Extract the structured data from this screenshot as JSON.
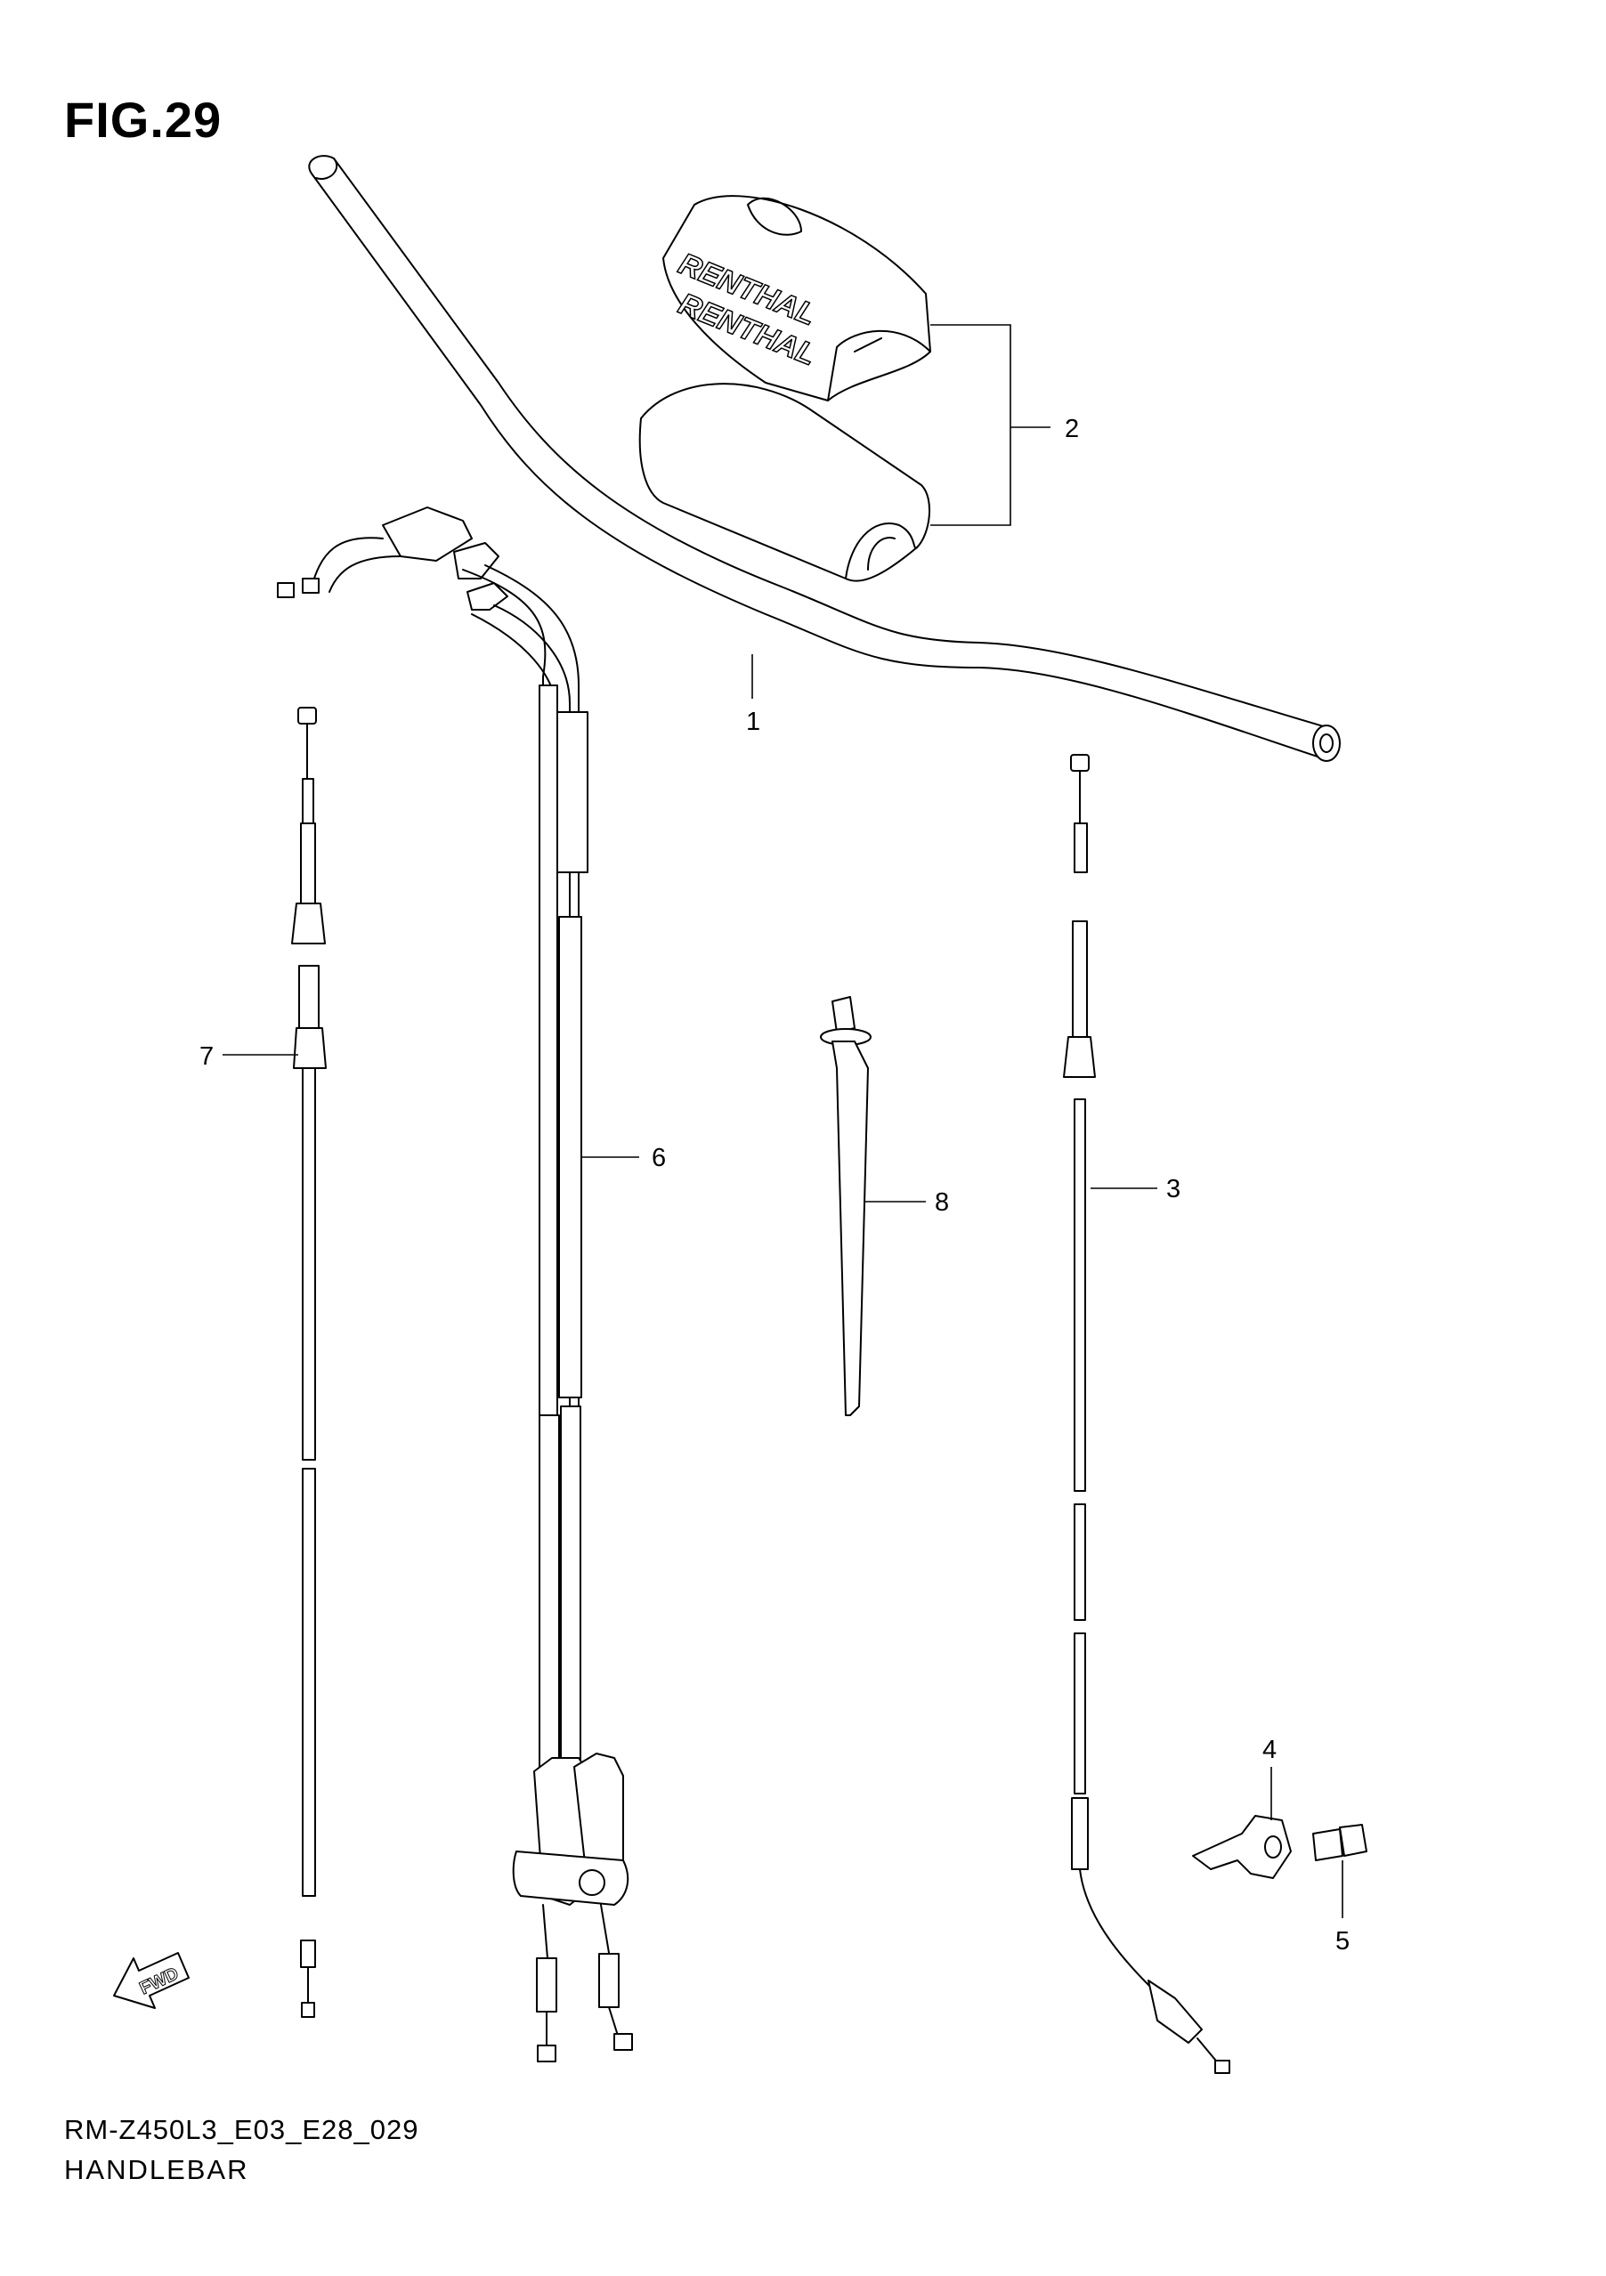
{
  "figure": {
    "title": "FIG.29",
    "code": "RM-Z450L3_E03_E28_029",
    "name": "HANDLEBAR"
  },
  "pad_brand": "RENTHAL",
  "fwd_label": "FWD",
  "callouts": [
    {
      "id": "c1",
      "label": "1"
    },
    {
      "id": "c2",
      "label": "2"
    },
    {
      "id": "c3",
      "label": "3"
    },
    {
      "id": "c4",
      "label": "4"
    },
    {
      "id": "c5",
      "label": "5"
    },
    {
      "id": "c6",
      "label": "6"
    },
    {
      "id": "c7",
      "label": "7"
    },
    {
      "id": "c8",
      "label": "8"
    }
  ]
}
